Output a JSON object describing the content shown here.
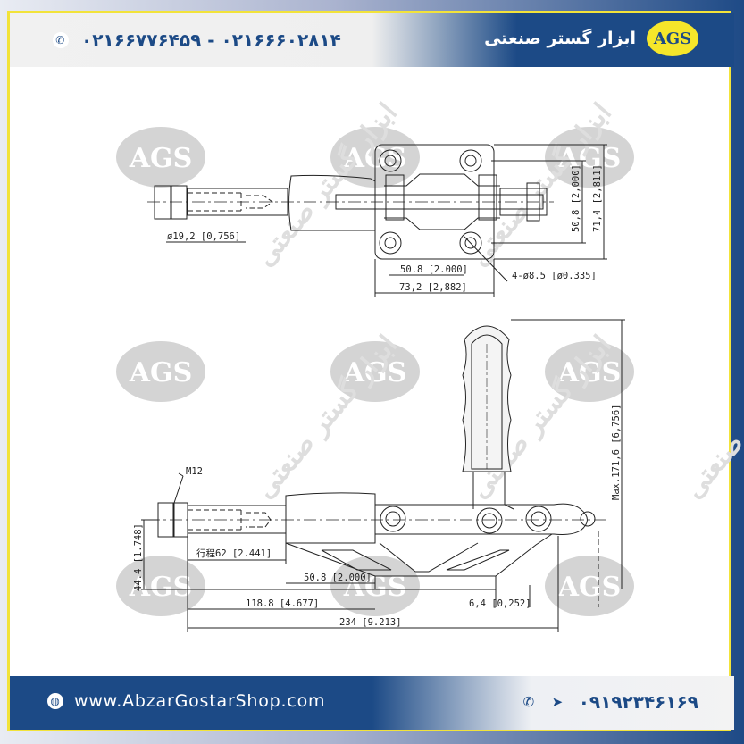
{
  "header": {
    "phones": "۰۲۱۶۶۷۷۶۴۵۹ - ۰۲۱۶۶۶۰۲۸۱۴",
    "brand_name": "ابزار گستر صنعتی",
    "logo_text": "AGS"
  },
  "footer": {
    "website": "www.AbzarGostarShop.com",
    "mobile": "۰۹۱۹۲۳۴۶۱۶۹"
  },
  "watermark": {
    "logo": "AGS",
    "text": "ابزار گستر صنعتی"
  },
  "drawing": {
    "top_view": {
      "rod_diameter": "ø19,2 [0,756]",
      "hole_spacing_x": "50.8 [2.000]",
      "base_width": "73,2 [2,882]",
      "holes": "4-ø8.5 [ø0.335]",
      "hole_spacing_y": "50,8 [2,000]",
      "base_height": "71,4 [2,811]"
    },
    "side_view": {
      "thread": "M12",
      "stroke": "行程62 [2.441]",
      "base_offset": "50.8 [2.000]",
      "center_height": "44.4 [1.748]",
      "length_to_base": "118.8 [4.677]",
      "base_thickness": "6,4 [0,252]",
      "overall_length": "234 [9.213]",
      "max_height": "Max.171,6 [6,756]"
    }
  }
}
